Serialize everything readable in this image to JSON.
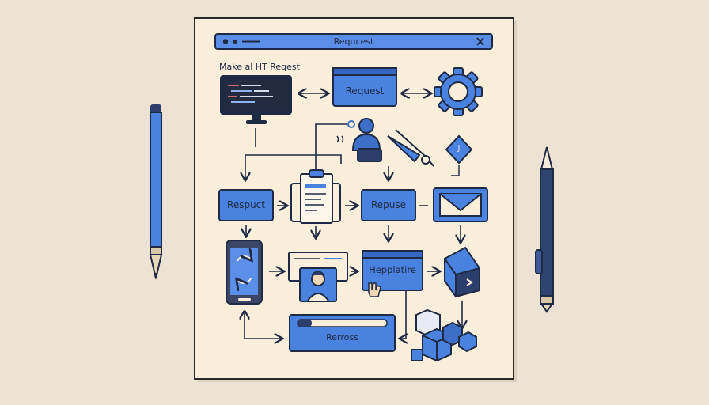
{
  "window": {
    "title": "Requcest"
  },
  "diagram": {
    "caption": "Make al HT Reqest",
    "nodes": {
      "request": "Request",
      "respuct": "Respuct",
      "repuse": "Repuse",
      "hepplatire": "Hepplatire",
      "rerross": "Rerross",
      "badge_j": "J"
    }
  },
  "colors": {
    "background": "#ece3d4",
    "paper": "#fbeedb",
    "accent": "#4a82e0",
    "ink": "#1f2a44"
  }
}
